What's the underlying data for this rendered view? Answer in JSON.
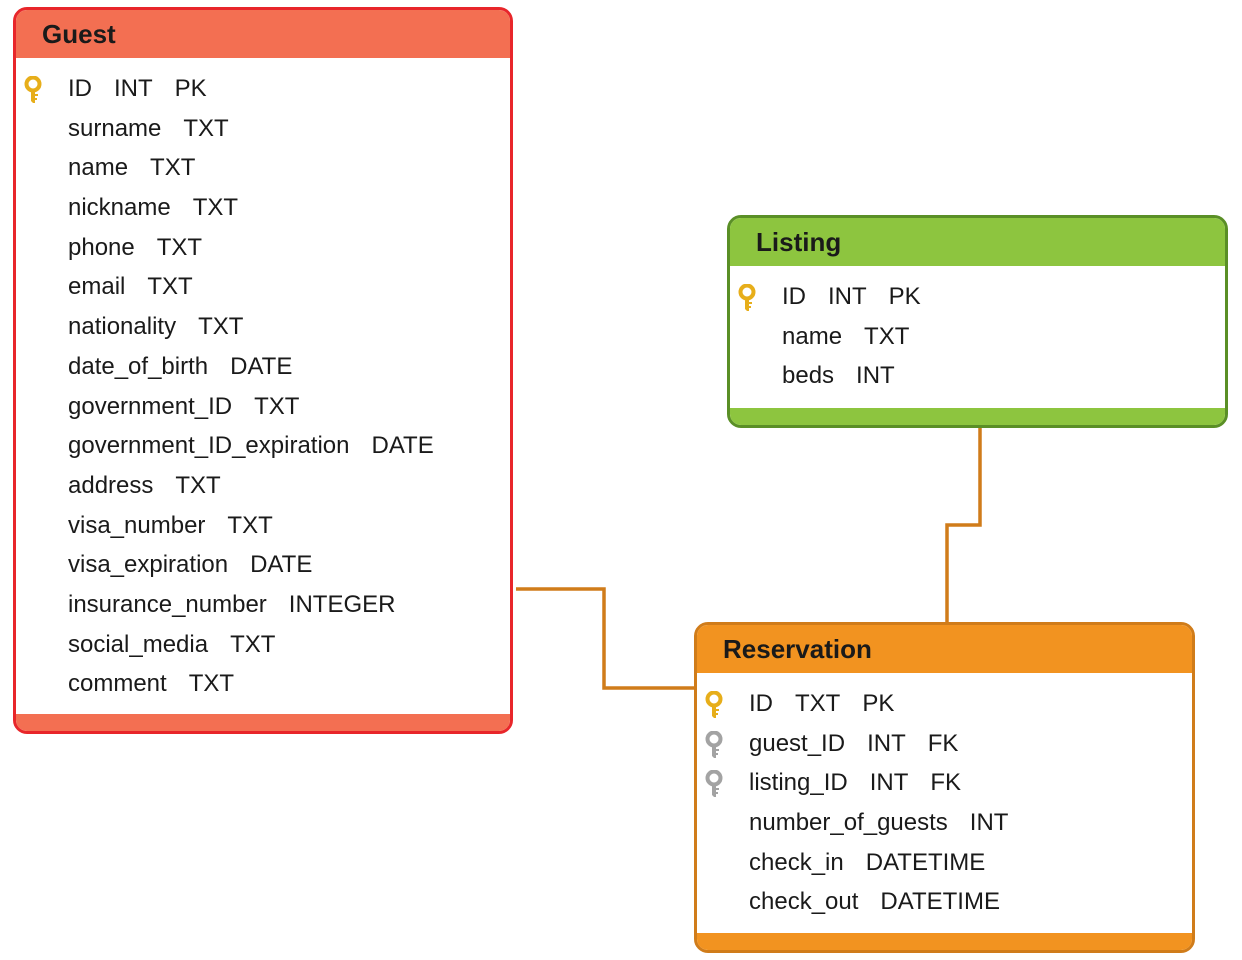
{
  "colors": {
    "guest_border": "#e8262a",
    "guest_header": "#f36f52",
    "listing_border": "#5a8f26",
    "listing_header": "#8dc53f",
    "reservation_border": "#d07c1a",
    "reservation_header": "#f29320",
    "connector": "#d07c1a",
    "primary_key": "#e7ae1a",
    "foreign_key": "#a3a3a3"
  },
  "tables": {
    "guest": {
      "title": "Guest",
      "fields": [
        {
          "name": "ID",
          "type": "INT",
          "key": "PK",
          "icon": "primary-key-icon"
        },
        {
          "name": "surname",
          "type": "TXT",
          "key": "",
          "icon": ""
        },
        {
          "name": "name",
          "type": "TXT",
          "key": "",
          "icon": ""
        },
        {
          "name": "nickname",
          "type": "TXT",
          "key": "",
          "icon": ""
        },
        {
          "name": "phone",
          "type": "TXT",
          "key": "",
          "icon": ""
        },
        {
          "name": "email",
          "type": "TXT",
          "key": "",
          "icon": ""
        },
        {
          "name": "nationality",
          "type": "TXT",
          "key": "",
          "icon": ""
        },
        {
          "name": "date_of_birth",
          "type": "DATE",
          "key": "",
          "icon": ""
        },
        {
          "name": "government_ID",
          "type": "TXT",
          "key": "",
          "icon": ""
        },
        {
          "name": "government_ID_expiration",
          "type": "DATE",
          "key": "",
          "icon": ""
        },
        {
          "name": "address",
          "type": "TXT",
          "key": "",
          "icon": ""
        },
        {
          "name": "visa_number",
          "type": "TXT",
          "key": "",
          "icon": ""
        },
        {
          "name": "visa_expiration",
          "type": "DATE",
          "key": "",
          "icon": ""
        },
        {
          "name": "insurance_number",
          "type": "INTEGER",
          "key": "",
          "icon": ""
        },
        {
          "name": "social_media",
          "type": "TXT",
          "key": "",
          "icon": ""
        },
        {
          "name": "comment",
          "type": "TXT",
          "key": "",
          "icon": ""
        }
      ]
    },
    "listing": {
      "title": "Listing",
      "fields": [
        {
          "name": "ID",
          "type": "INT",
          "key": "PK",
          "icon": "primary-key-icon"
        },
        {
          "name": "name",
          "type": "TXT",
          "key": "",
          "icon": ""
        },
        {
          "name": "beds",
          "type": "INT",
          "key": "",
          "icon": ""
        }
      ]
    },
    "reservation": {
      "title": "Reservation",
      "fields": [
        {
          "name": "ID",
          "type": "TXT",
          "key": "PK",
          "icon": "primary-key-icon"
        },
        {
          "name": "guest_ID",
          "type": "INT",
          "key": "FK",
          "icon": "foreign-key-icon"
        },
        {
          "name": "listing_ID",
          "type": "INT",
          "key": "FK",
          "icon": "foreign-key-icon"
        },
        {
          "name": "number_of_guests",
          "type": "INT",
          "key": "",
          "icon": ""
        },
        {
          "name": "check_in",
          "type": "DATETIME",
          "key": "",
          "icon": ""
        },
        {
          "name": "check_out",
          "type": "DATETIME",
          "key": "",
          "icon": ""
        }
      ]
    }
  },
  "relationships": [
    {
      "from": "guest",
      "to": "reservation"
    },
    {
      "from": "listing",
      "to": "reservation"
    }
  ]
}
